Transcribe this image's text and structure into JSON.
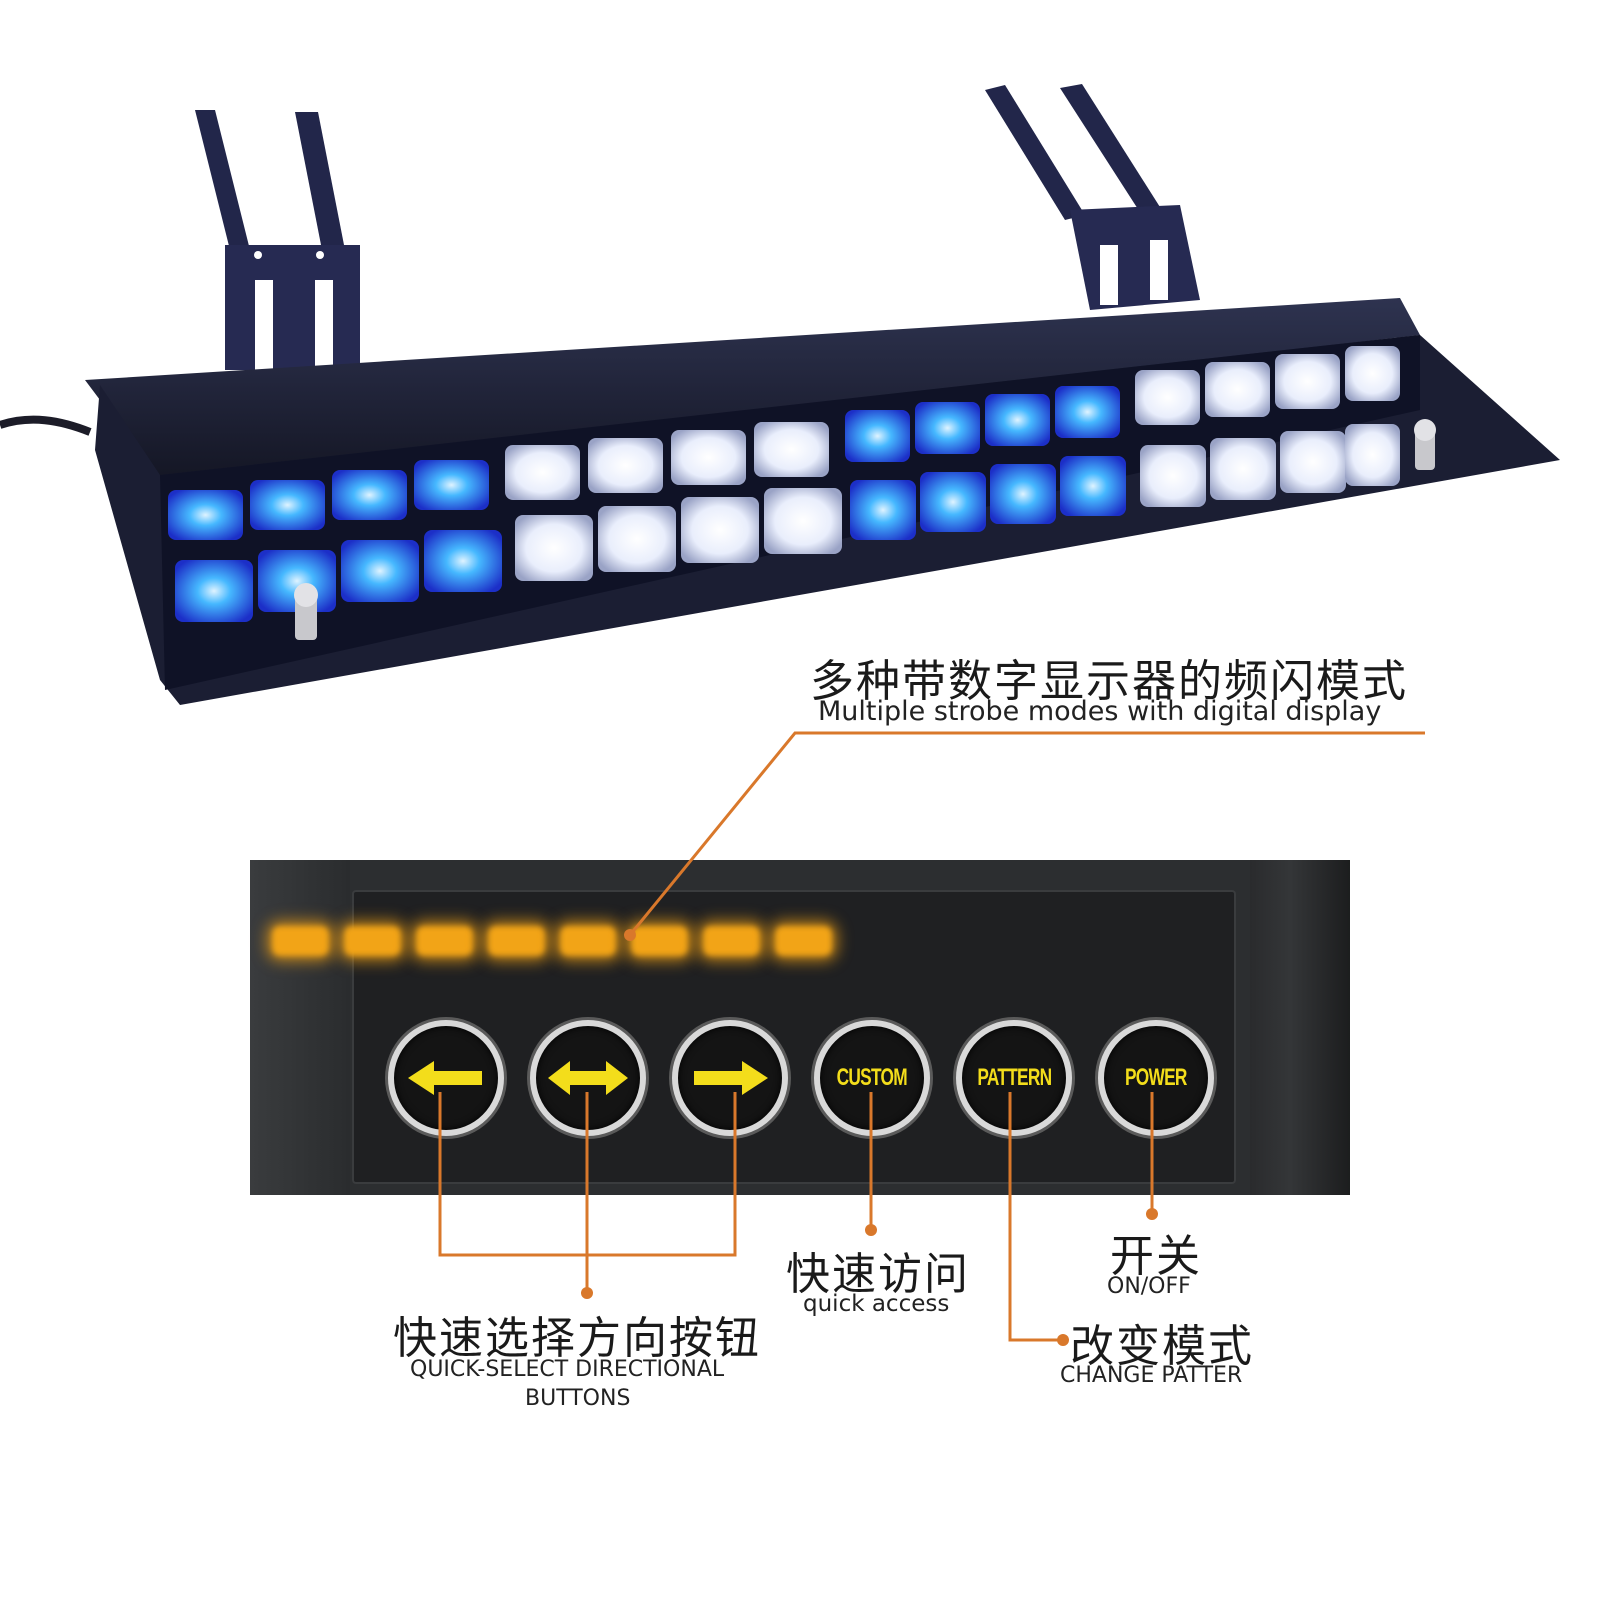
{
  "product": {
    "led_colors": [
      "blue",
      "white",
      "blue",
      "white"
    ],
    "accent_orange": "#d9782b",
    "blue_led": "#2f5bff",
    "white_led": "#f4f7ff",
    "amber_led": "#f2a417"
  },
  "display": {
    "caption_zh": "多种带数字显示器的频闪模式",
    "caption_en": "Multiple strobe modes with digital display",
    "segments": 8
  },
  "buttons": [
    {
      "id": "left",
      "label": "",
      "icon": "arrow-left-icon"
    },
    {
      "id": "both",
      "label": "",
      "icon": "arrow-left-right-icon"
    },
    {
      "id": "right",
      "label": "",
      "icon": "arrow-right-icon"
    },
    {
      "id": "custom",
      "label": "CUSTOM",
      "icon": ""
    },
    {
      "id": "pattern",
      "label": "PATTERN",
      "icon": ""
    },
    {
      "id": "power",
      "label": "POWER",
      "icon": ""
    }
  ],
  "callouts": {
    "directional": {
      "zh": "快速选择方向按钮",
      "en_line1": "QUICK-SELECT DIRECTIONAL",
      "en_line2": "BUTTONS"
    },
    "quick_access": {
      "zh": "快速访问",
      "en": "quick access"
    },
    "onoff": {
      "zh": "开关",
      "en": "ON/OFF"
    },
    "change_mode": {
      "zh": "改变模式",
      "en": "CHANGE PATTER"
    }
  }
}
